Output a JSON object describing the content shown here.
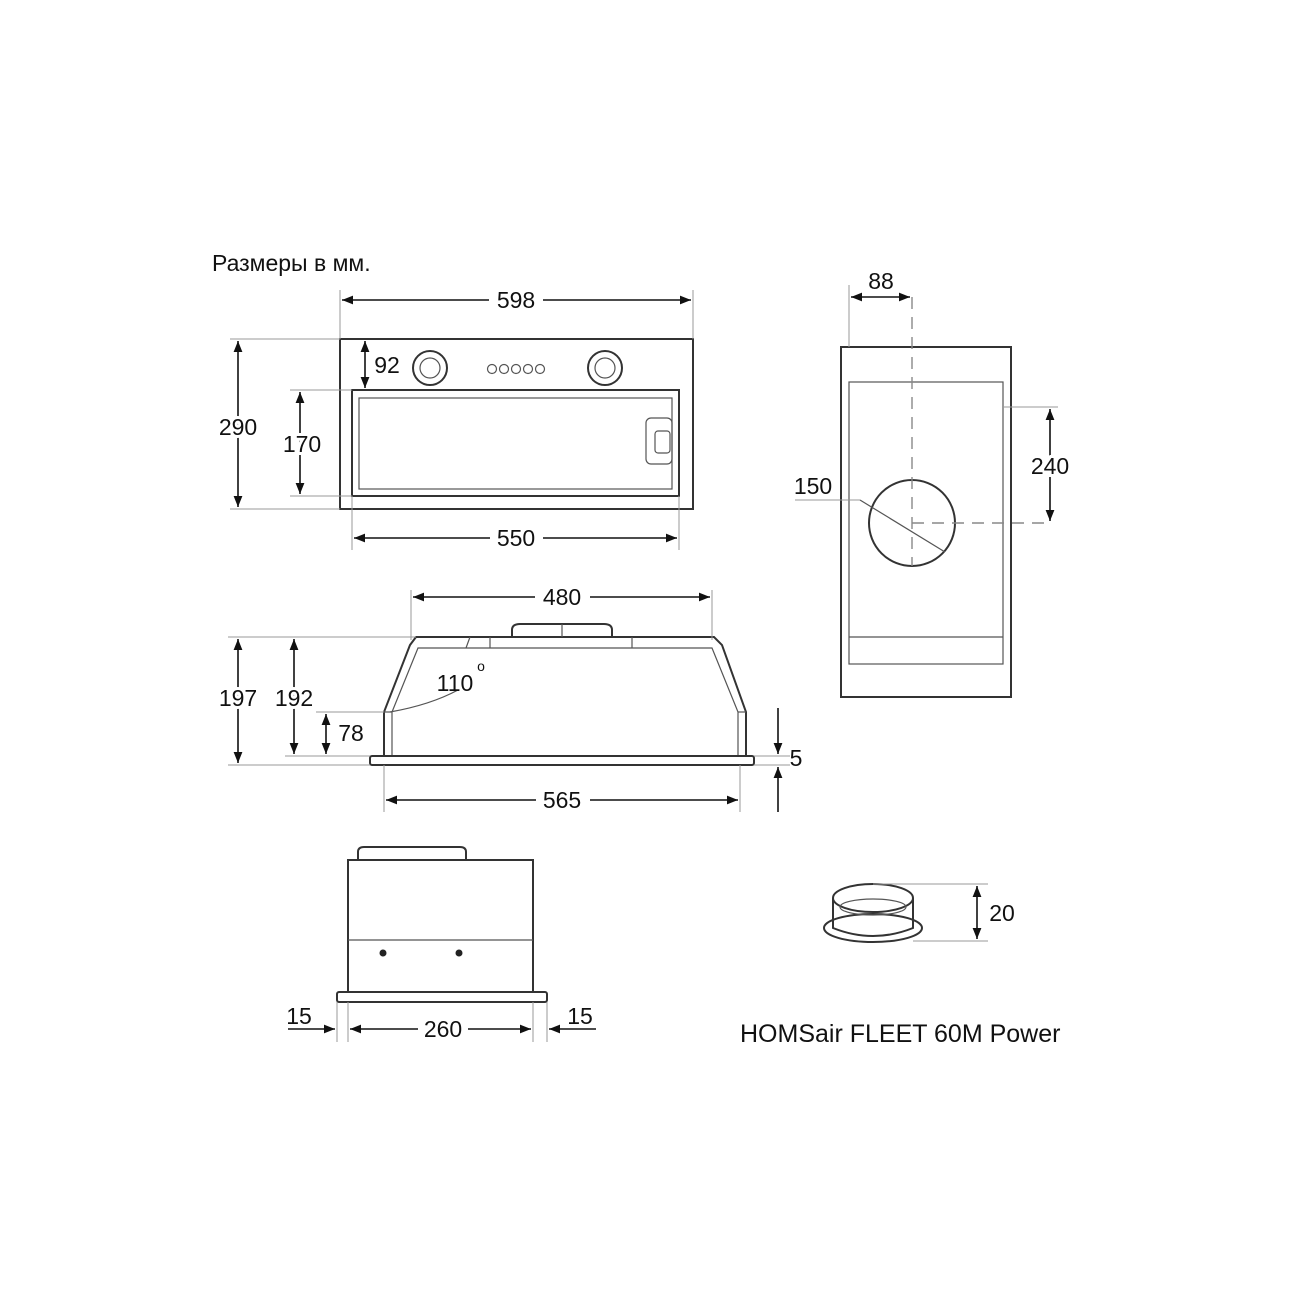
{
  "units_note": "Размеры в мм.",
  "model_name": "HOMSair FLEET 60M Power",
  "front_view": {
    "width_outer": "598",
    "height_outer": "290",
    "control_panel_height": "92",
    "filter_height": "170",
    "filter_width": "550"
  },
  "side_view": {
    "offset_top": "88",
    "outlet_center_height": "240",
    "outlet_diameter": "150"
  },
  "profile_view": {
    "top_width": "480",
    "total_height": "197",
    "body_height": "192",
    "lower_section_height": "78",
    "angle_value": "110",
    "angle_unit": "o",
    "base_width": "565",
    "flange_thickness": "5"
  },
  "rear_view": {
    "left_margin": "15",
    "center_width": "260",
    "right_margin": "15"
  },
  "adapter": {
    "ring_height": "20"
  }
}
